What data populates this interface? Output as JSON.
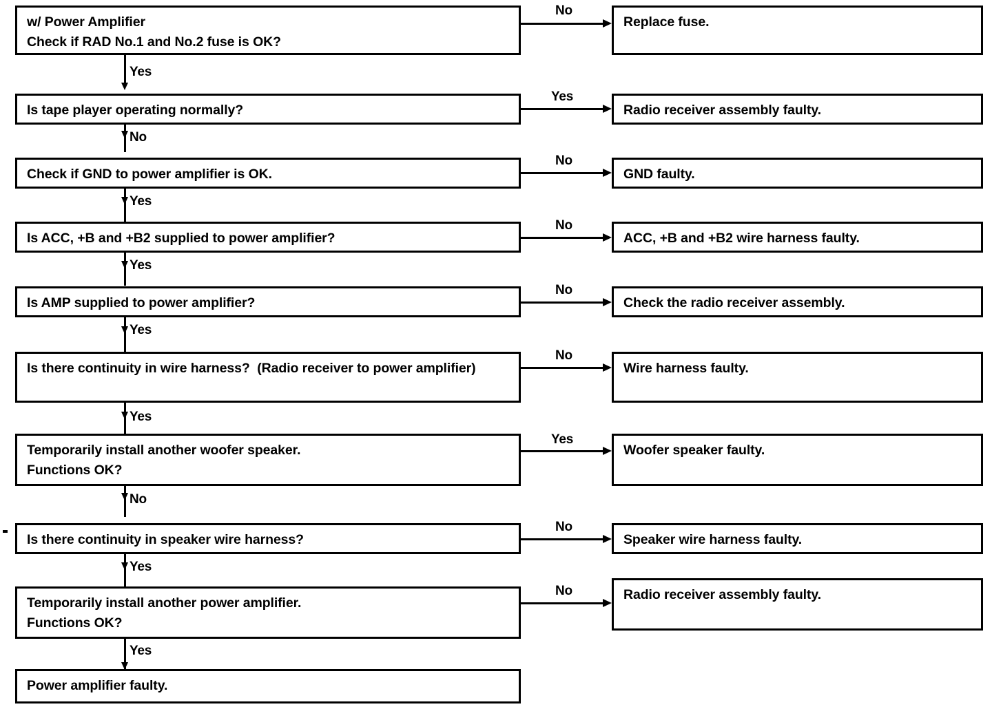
{
  "diagram": {
    "title": "Audio system troubleshooting flowchart (w/ Power Amplifier)",
    "line_color": "#000000",
    "background_color": "#ffffff"
  },
  "steps": [
    {
      "id": "step-1",
      "question": "w/ Power Amplifier\nCheck if RAD No.1 and No.2 fuse is OK?",
      "branch_label": "No",
      "result": "Replace fuse.",
      "next_label": "Yes"
    },
    {
      "id": "step-2",
      "question": "Is tape player operating normally?",
      "branch_label": "Yes",
      "result": "Radio receiver assembly faulty.",
      "next_label": "No"
    },
    {
      "id": "step-3",
      "question": "Check if GND to power amplifier is OK.",
      "branch_label": "No",
      "result": "GND faulty.",
      "next_label": "Yes"
    },
    {
      "id": "step-4",
      "question": "Is ACC, +B and +B2 supplied to power amplifier?",
      "branch_label": "No",
      "result": "ACC, +B and +B2 wire harness faulty.",
      "next_label": "Yes"
    },
    {
      "id": "step-5",
      "question": "Is AMP supplied to power amplifier?",
      "branch_label": "No",
      "result": "Check the radio receiver assembly.",
      "next_label": "Yes"
    },
    {
      "id": "step-6",
      "question": "Is there continuity in wire harness?  (Radio receiver to power amplifier)",
      "branch_label": "No",
      "result": "Wire harness faulty.",
      "next_label": "Yes"
    },
    {
      "id": "step-7",
      "question": "Temporarily install another woofer speaker.\nFunctions OK?",
      "branch_label": "Yes",
      "result": "Woofer speaker faulty.",
      "next_label": "No"
    },
    {
      "id": "step-8",
      "question": "Is there continuity in speaker wire harness?",
      "branch_label": "No",
      "result": "Speaker wire harness faulty.",
      "next_label": "Yes"
    },
    {
      "id": "step-9",
      "question": "Temporarily install another power amplifier.\nFunctions OK?",
      "branch_label": "No",
      "result": "Radio receiver assembly faulty.",
      "next_label": "Yes"
    },
    {
      "id": "step-10",
      "question": "Power amplifier faulty.",
      "branch_label": null,
      "result": null,
      "next_label": null
    }
  ]
}
